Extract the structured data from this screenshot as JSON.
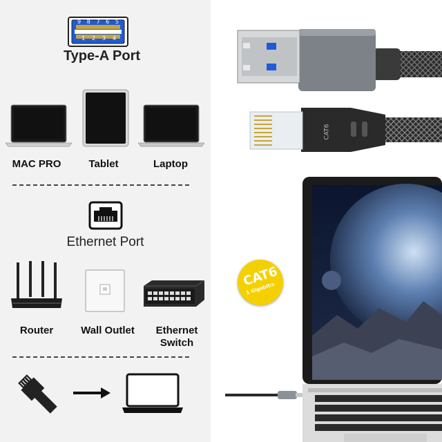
{
  "usb_port": {
    "pin_numbers_top": [
      "9",
      "8",
      "7",
      "6",
      "5"
    ],
    "pin_numbers_bottom": [
      "1",
      "2",
      "3",
      "4"
    ],
    "title": "Type-A Port"
  },
  "devices_row1": [
    {
      "label": "MAC PRO",
      "icon": "macbook-icon"
    },
    {
      "label": "Tablet",
      "icon": "tablet-icon"
    },
    {
      "label": "Laptop",
      "icon": "laptop-icon"
    }
  ],
  "ethernet_port": {
    "title": "Ethernet Port",
    "icon": "ethernet-port-icon"
  },
  "devices_row2": [
    {
      "label": "Router",
      "icon": "router-icon"
    },
    {
      "label": "Wall Outlet",
      "icon": "wall-outlet-icon"
    },
    {
      "label": "Ethernet Switch",
      "icon": "ethernet-switch-icon"
    }
  ],
  "flow": {
    "from_icon": "rj45-plug-icon",
    "arrow_icon": "arrow-right-icon",
    "to_icon": "laptop-outline-icon"
  },
  "badge": {
    "main": "CAT6",
    "sub": "1 Gigabit/s",
    "color": "#f5d000"
  },
  "connector_print": "CAT6",
  "colors": {
    "left_bg": "#f2f2f2",
    "usb_blue": "#1e5bd8",
    "housing_gray": "#7d8288",
    "braid": "#3a3a3a"
  }
}
